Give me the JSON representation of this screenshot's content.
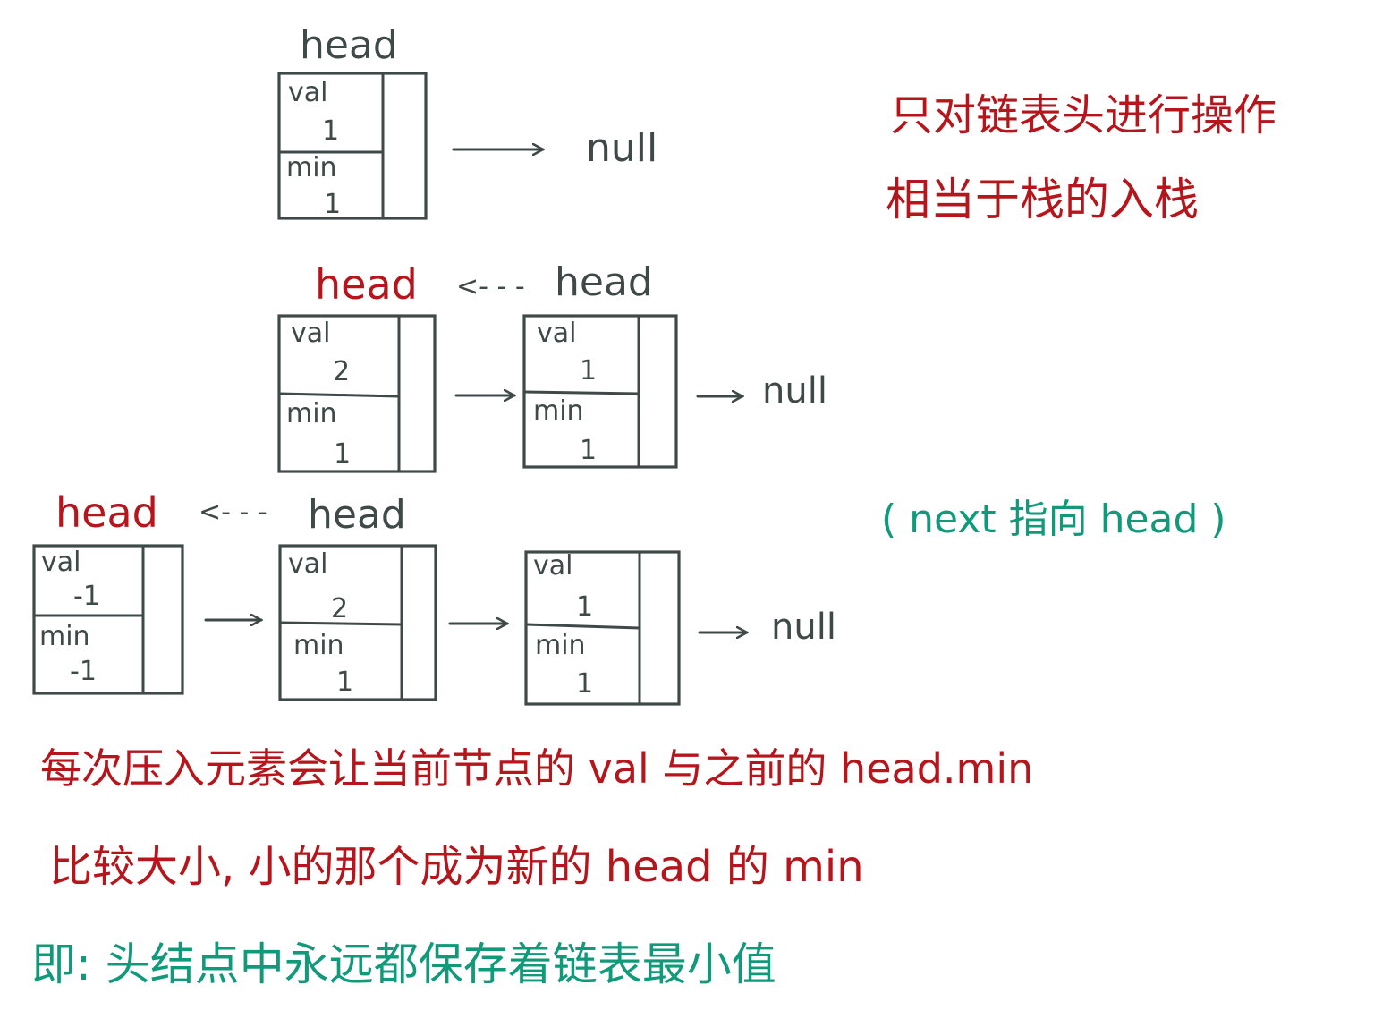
{
  "diagram": {
    "rows": [
      {
        "nodes": [
          {
            "val_label": "val",
            "val": "1",
            "min_label": "min",
            "min": "1"
          }
        ],
        "labels": {
          "main": "head"
        },
        "tail": "null"
      },
      {
        "nodes": [
          {
            "val_label": "val",
            "val": "2",
            "min_label": "min",
            "min": "1"
          },
          {
            "val_label": "val",
            "val": "1",
            "min_label": "min",
            "min": "1"
          }
        ],
        "labels": {
          "new": "head",
          "arrow": "<- - -",
          "old": "head"
        },
        "tail": "null"
      },
      {
        "nodes": [
          {
            "val_label": "val",
            "val": "-1",
            "min_label": "min",
            "min": "-1"
          },
          {
            "val_label": "val",
            "val": "2",
            "min_label": "min",
            "min": "1"
          },
          {
            "val_label": "val",
            "val": "1",
            "min_label": "min",
            "min": "1"
          }
        ],
        "labels": {
          "new": "head",
          "arrow": "<- - -",
          "old": "head"
        },
        "tail": "null"
      }
    ],
    "notes": {
      "op_line1": "只对链表头进行操作",
      "op_line2": "相当于栈的入栈",
      "next_note": "( next 指向 head )",
      "explain_line1": "每次压入元素会让当前节点的 val 与之前的 head.min",
      "explain_line2": "比较大小, 小的那个成为新的 head 的 min",
      "summary": "即: 头结点中永远都保存着链表最小值"
    },
    "colors": {
      "ink": "#3f4a48",
      "red": "#b5151b",
      "green": "#119a7a"
    }
  }
}
